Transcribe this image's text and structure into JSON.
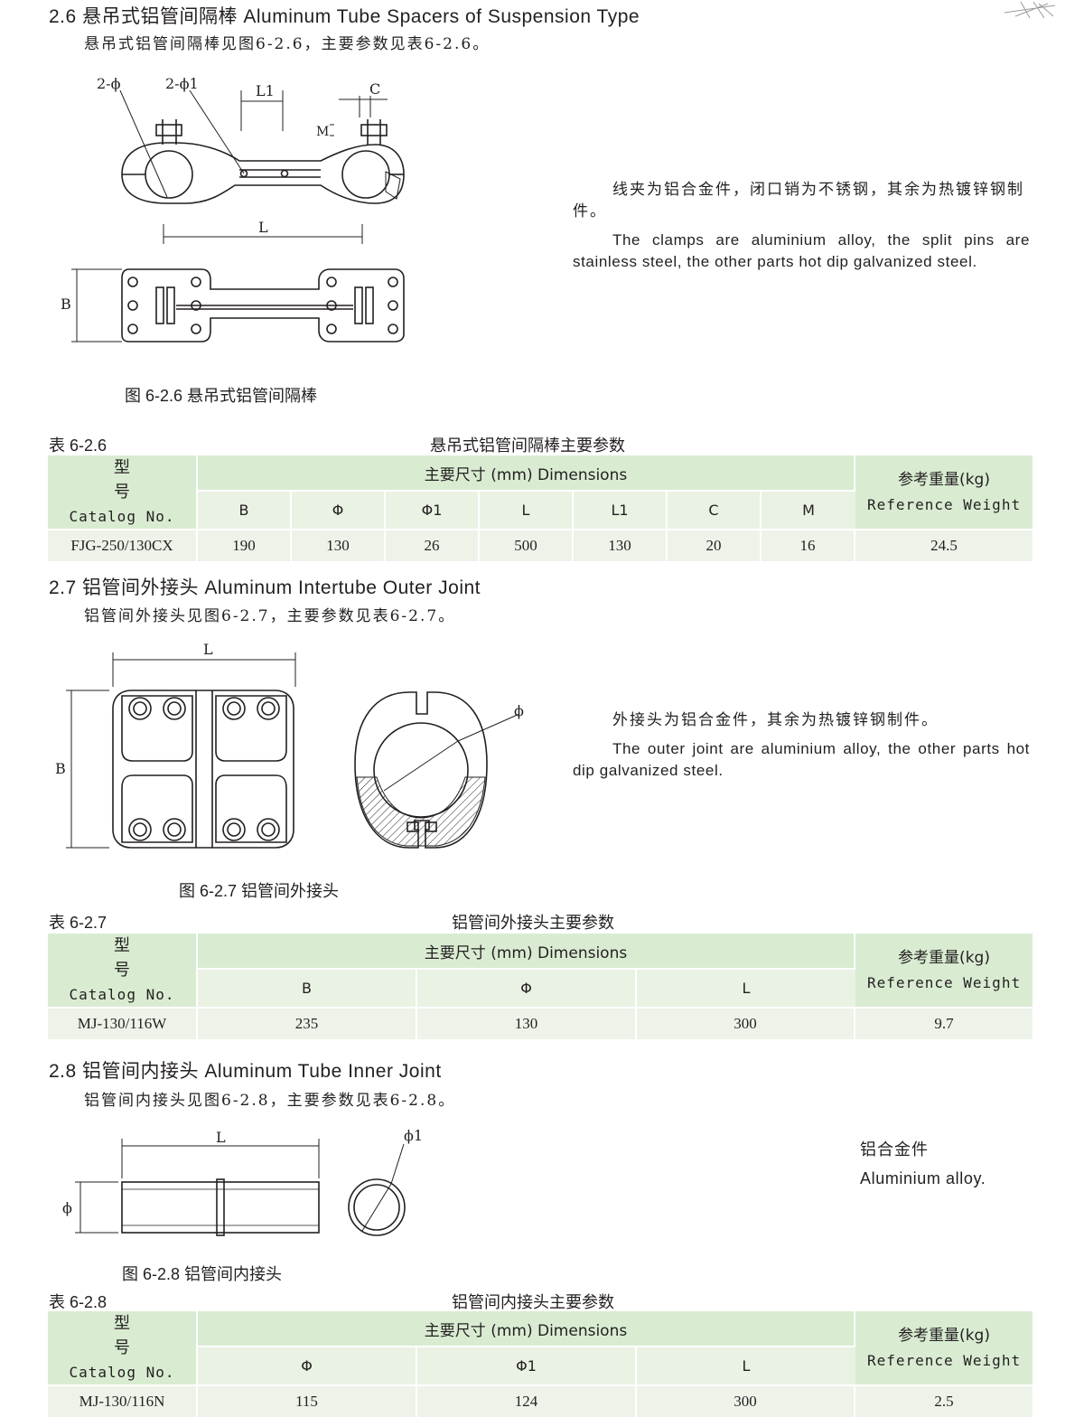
{
  "section_26": {
    "title": "2.6 悬吊式铝管间隔棒 Aluminum Tube Spacers of Suspension Type",
    "intro": "悬吊式铝管间隔棒见图6-2.6，主要参数见表6-2.6。",
    "figure_labels": {
      "d2": "2-ϕ",
      "d21": "2-ϕ1",
      "l1": "L1",
      "c": "C",
      "m": "M",
      "l": "L",
      "b": "B"
    },
    "caption": "图 6-2.6 悬吊式铝管间隔棒",
    "desc_cn": "线夹为铝合金件，闭口销为不锈钢，其余为热镀锌钢制件。",
    "desc_en": "The clamps are aluminium alloy, the split pins are stainless steel, the other parts hot dip galvanized steel.",
    "table_label": "表 6-2.6",
    "table_title": "悬吊式铝管间隔棒主要参数",
    "table": {
      "catalog_cn": "型号",
      "catalog_en": "Catalog No.",
      "dims_header": "主要尺寸 (mm) Dimensions",
      "weight_cn": "参考重量(kg)",
      "weight_en": "Reference Weight",
      "columns": [
        "B",
        "Φ",
        "Φ1",
        "L",
        "L1",
        "C",
        "M"
      ],
      "row": {
        "catalog": "FJG-250/130CX",
        "values": [
          "190",
          "130",
          "26",
          "500",
          "130",
          "20",
          "16"
        ],
        "weight": "24.5"
      }
    }
  },
  "section_27": {
    "title": "2.7 铝管间外接头 Aluminum Intertube Outer Joint",
    "intro": "铝管间外接头见图6-2.7，主要参数见表6-2.7。",
    "figure_labels": {
      "l": "L",
      "b": "B",
      "phi": "ϕ"
    },
    "caption": "图 6-2.7 铝管间外接头",
    "desc_cn": "外接头为铝合金件，其余为热镀锌钢制件。",
    "desc_en": "The outer joint are aluminium alloy, the other parts hot dip galvanized steel.",
    "table_label": "表 6-2.7",
    "table_title": "铝管间外接头主要参数",
    "table": {
      "catalog_cn": "型号",
      "catalog_en": "Catalog No.",
      "dims_header": "主要尺寸 (mm) Dimensions",
      "weight_cn": "参考重量(kg)",
      "weight_en": "Reference Weight",
      "columns": [
        "B",
        "Φ",
        "L"
      ],
      "row": {
        "catalog": "MJ-130/116W",
        "values": [
          "235",
          "130",
          "300"
        ],
        "weight": "9.7"
      }
    }
  },
  "section_28": {
    "title": "2.8 铝管间内接头 Aluminum Tube Inner Joint",
    "intro": "铝管间内接头见图6-2.8，主要参数见表6-2.8。",
    "figure_labels": {
      "l": "L",
      "phi": "ϕ",
      "phi1": "ϕ1"
    },
    "caption": "图 6-2.8 铝管间内接头",
    "desc_cn": "铝合金件",
    "desc_en": "Aluminium alloy.",
    "table_label": "表 6-2.8",
    "table_title": "铝管间内接头主要参数",
    "table": {
      "catalog_cn": "型号",
      "catalog_en": "Catalog No.",
      "dims_header": "主要尺寸 (mm) Dimensions",
      "weight_cn": "参考重量(kg)",
      "weight_en": "Reference Weight",
      "columns": [
        "Φ",
        "Φ1",
        "L"
      ],
      "row": {
        "catalog": "MJ-130/116N",
        "values": [
          "115",
          "124",
          "300"
        ],
        "weight": "2.5"
      }
    }
  }
}
